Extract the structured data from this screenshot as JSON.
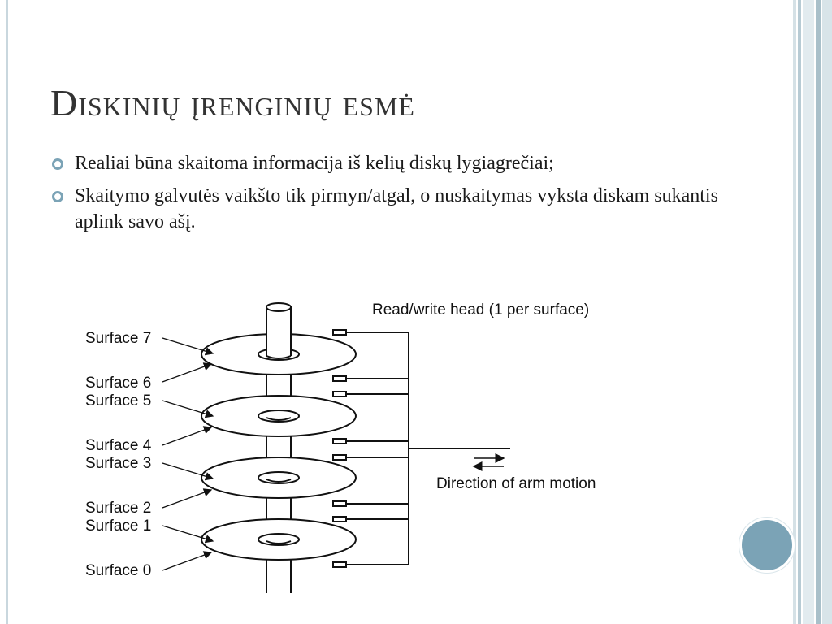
{
  "slide": {
    "title": "Diskinių įrenginių esmė",
    "bullets": [
      "Realiai būna skaitoma informacija iš kelių diskų lygiagrečiai;",
      "Skaitymo galvutės vaikšto tik pirmyn/atgal, o nuskaitymas vyksta diskam sukantis aplink savo ašį."
    ],
    "bullet_color": "#7ba3b6",
    "accent_color": "#7ba3b6"
  },
  "diagram": {
    "head_label": "Read/write head (1 per surface)",
    "arm_label": "Direction of arm motion",
    "surfaces": [
      "Surface 7",
      "Surface 6",
      "Surface 5",
      "Surface 4",
      "Surface 3",
      "Surface 2",
      "Surface 1",
      "Surface 0"
    ]
  }
}
